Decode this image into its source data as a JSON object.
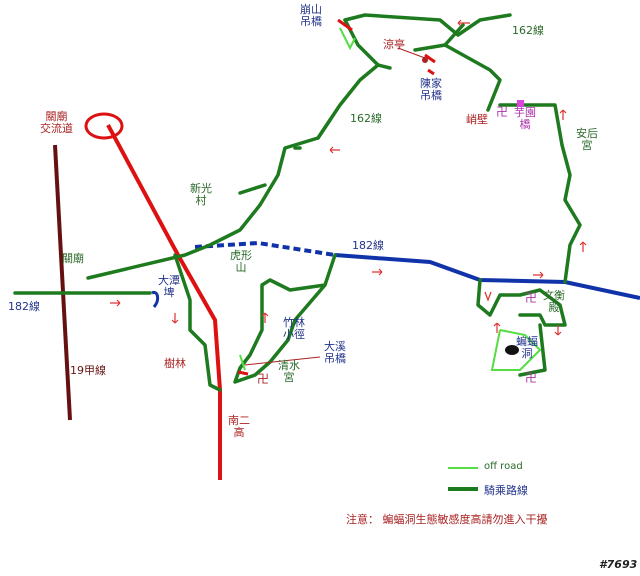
{
  "places": {
    "bengshan_bridge": [
      "崩山",
      "吊橋"
    ],
    "liangting": "涼亭",
    "chenjia_bridge": [
      "陳家",
      "吊橋"
    ],
    "qiaobi": "峭壁",
    "yuyuan_bridge": [
      "芋園",
      "橋"
    ],
    "anhou_temple": [
      "安后",
      "宮"
    ],
    "guanmiao_interchange": [
      "關廟",
      "交流道"
    ],
    "xinguang_village": [
      "新光",
      "村"
    ],
    "huxing_mountain": [
      "虎形",
      "山"
    ],
    "guanmiao": "關廟",
    "datan_dike": [
      "大潭",
      "埤"
    ],
    "wenheng_hall": [
      "文衡",
      "殿"
    ],
    "bat_cave": [
      "蝙蝠",
      "洞"
    ],
    "zhulin_trail": [
      "竹林",
      "小徑"
    ],
    "daxi_bridge": [
      "大溪",
      "吊橋"
    ],
    "qingshui_temple": [
      "清水",
      "宮"
    ],
    "shulin": "樹林",
    "naner_high": [
      "南二",
      "高"
    ]
  },
  "roads": {
    "r162_north": "162線",
    "r162_mid": "162線",
    "r182_mid": "182線",
    "r182_west": "182線",
    "r19": "19甲線"
  },
  "legend": {
    "offroad": "off road",
    "bike_route": "騎乘路線"
  },
  "notice": "注意： 蝙蝠洞生態敏感度高請勿進入干擾",
  "watermark": "#7693",
  "colors": {
    "bike_route": "#1e7a1e",
    "offroad": "#55dd44",
    "road_182": "#1133aa",
    "highway": "#dd1111",
    "road_19": "#661111",
    "label_red": "#aa2222",
    "label_blue": "#22338a",
    "label_green": "#2a6a2a",
    "temple_mark": "#aa33aa"
  }
}
